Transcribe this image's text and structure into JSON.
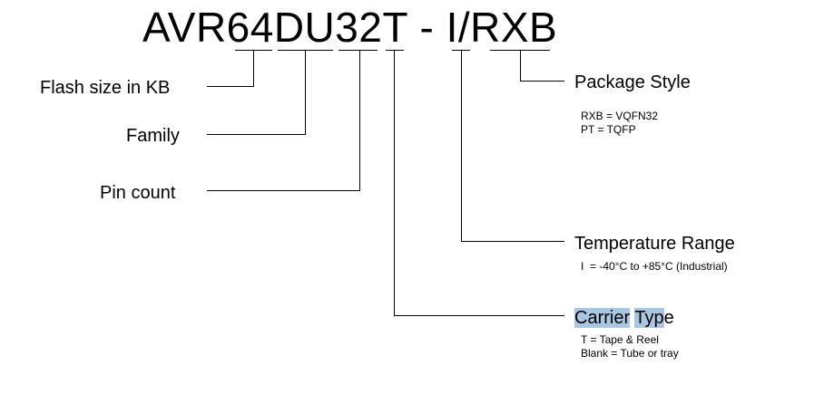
{
  "part_number": "AVR64DU32T - I/RXB",
  "fields_left": {
    "flash_size": "Flash size in KB",
    "family": "Family",
    "pin_count": "Pin count"
  },
  "package_style": {
    "title": "Package Style",
    "options": [
      "RXB = VQFN32",
      "PT = TQFP"
    ]
  },
  "temperature_range": {
    "title": "Temperature Range",
    "options": [
      "I  = -40°C to +85°C (Industrial)"
    ]
  },
  "carrier_type": {
    "title_part1": "Carrier",
    "title_space": " ",
    "title_part2": "Typ",
    "title_part3": "e",
    "options": [
      "T = Tape & Reel",
      "Blank = Tube or tray"
    ]
  },
  "colors": {
    "line": "#000000",
    "highlight": "#a9c6e2"
  }
}
